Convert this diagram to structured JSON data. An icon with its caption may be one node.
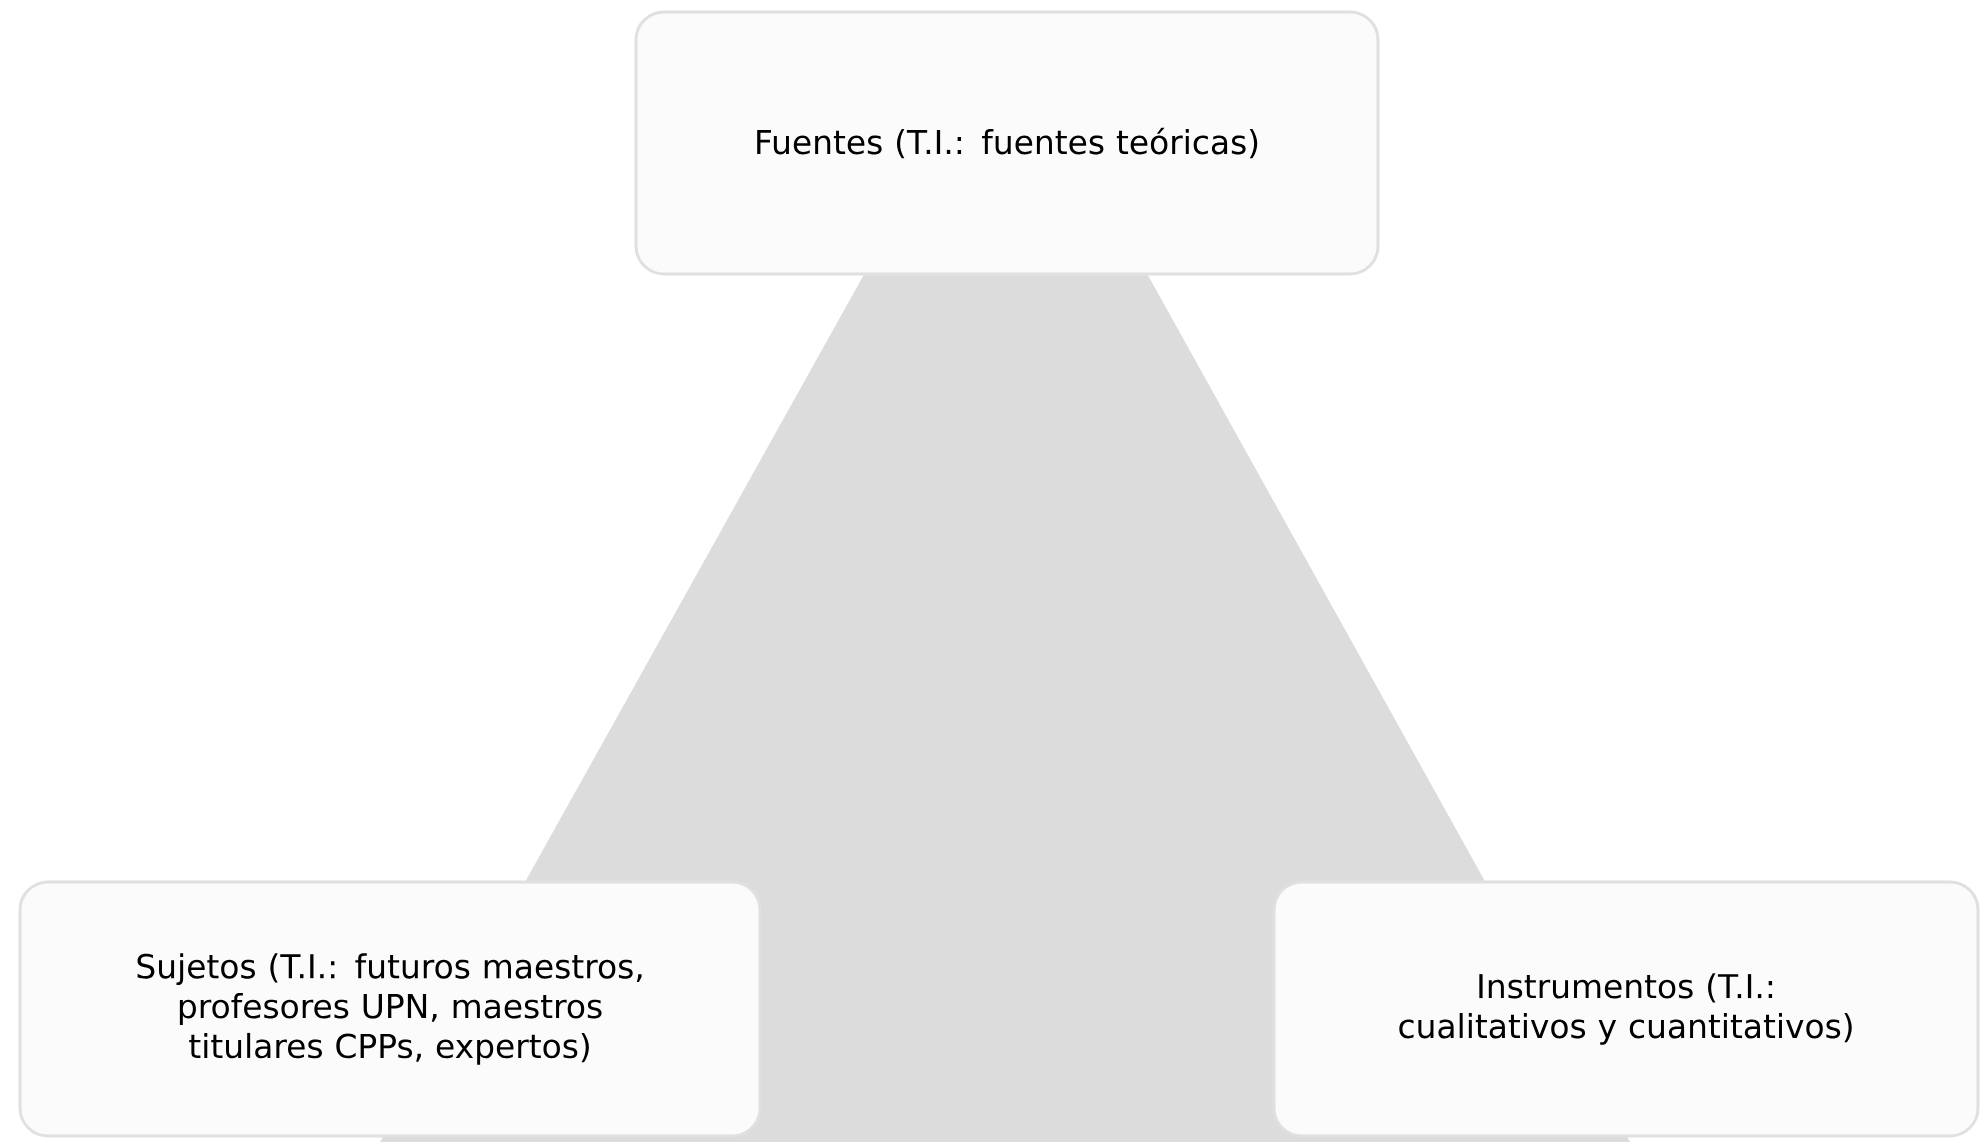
{
  "diagram": {
    "nodes": [
      {
        "text": [
          "Fuentes (T.I.: fuentes teóricas)"
        ]
      },
      {
        "text": [
          "Sujetos (T.I.: futuros maestros, profesores UPN, maestros titulares CPPs, expertos)"
        ]
      },
      {
        "text": [
          "Instrumentos (T.I.: cualitativos y cuantitativos)"
        ]
      }
    ]
  }
}
